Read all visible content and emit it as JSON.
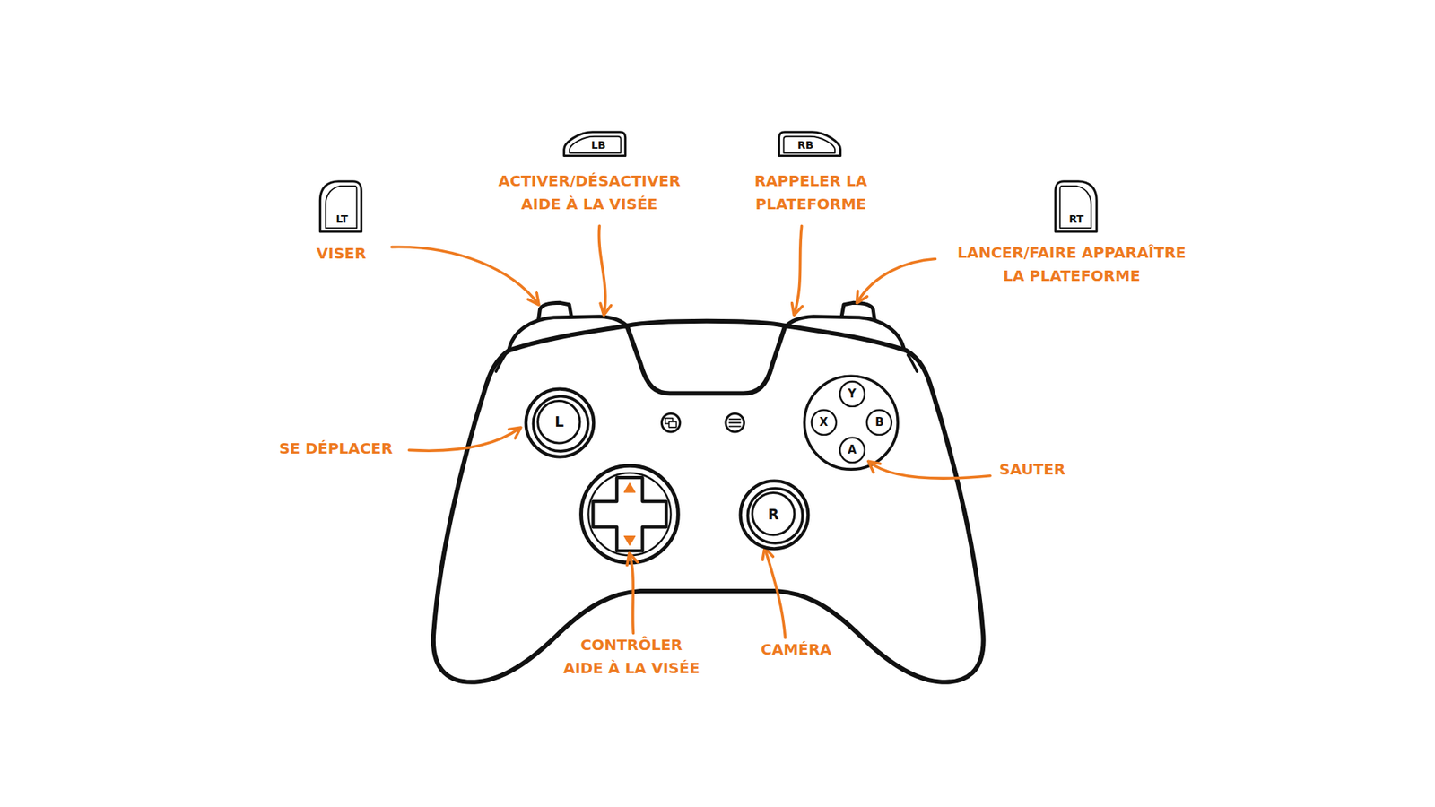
{
  "diagram": {
    "nodes": [
      {
        "text": [
          "LB"
        ]
      },
      {
        "text": [
          "RB"
        ]
      },
      {
        "text": [
          "LT"
        ]
      },
      {
        "text": [
          "RT"
        ]
      },
      {
        "text": [
          "L"
        ]
      },
      {
        "text": [
          "Y"
        ]
      },
      {
        "text": [
          "X"
        ]
      },
      {
        "text": [
          "B"
        ]
      },
      {
        "text": [
          "A"
        ]
      },
      {
        "text": [
          "R"
        ]
      }
    ],
    "labels": [
      "ACTIVER/DÉSACTIVER AIDE À LA VISÉE",
      "RAPPELER LA PLATEFORME",
      "VISER",
      "LANCER/FAIRE APPARAÎTRE LA PLATEFORME",
      "SE DÉPLACER",
      "SAUTER",
      "CONTRÔLER AIDE À LA VISÉE",
      "CAMÉRA"
    ]
  }
}
